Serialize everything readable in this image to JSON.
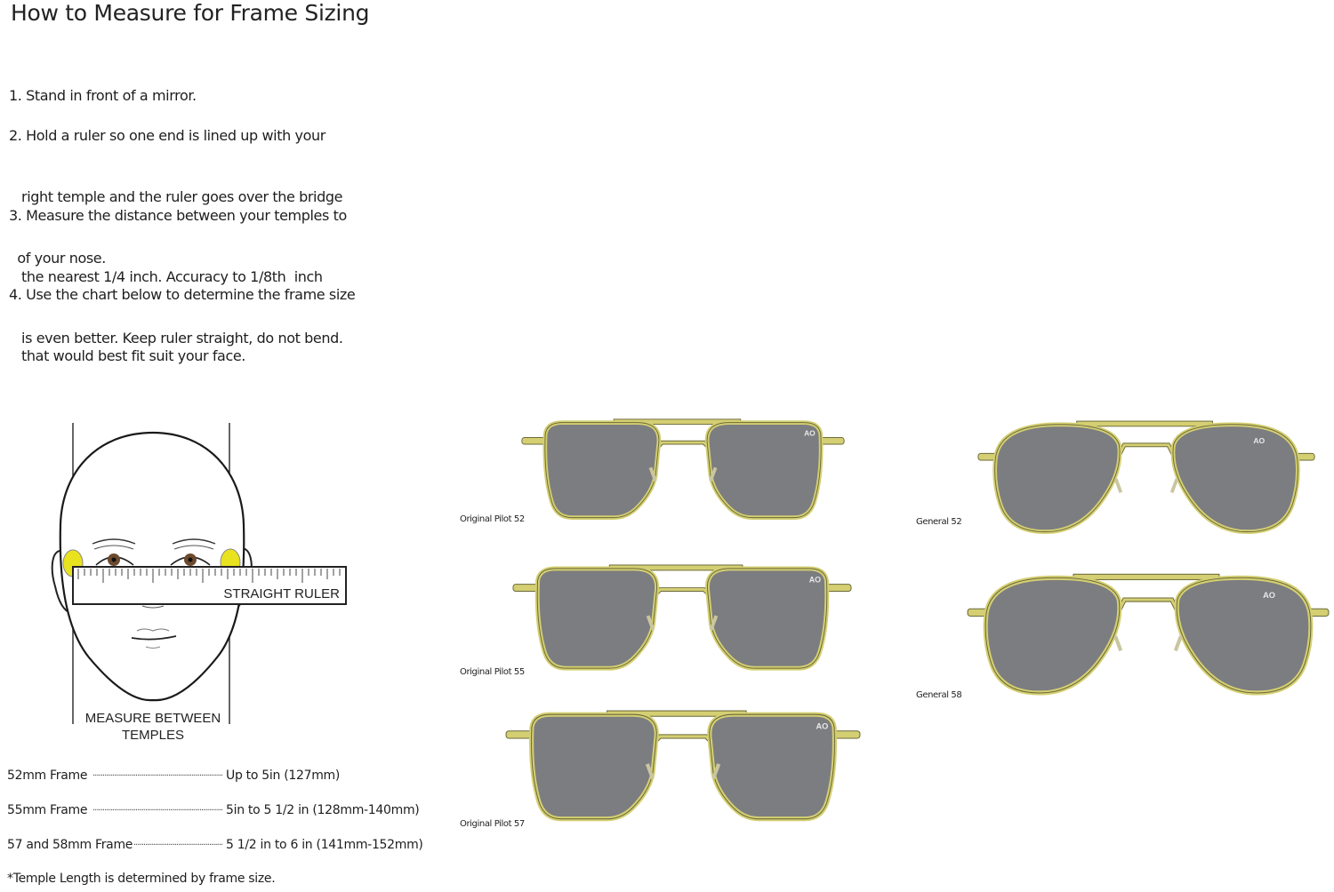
{
  "title": "How to Measure for Frame Sizing",
  "steps": [
    {
      "number": "1.",
      "lines": [
        "1. Stand in front of a mirror."
      ]
    },
    {
      "number": "2.",
      "lines": [
        "2. Hold a ruler so one end is lined up with your",
        "   right temple and the ruler goes over the bridge",
        "  of your nose."
      ]
    },
    {
      "number": "3.",
      "lines": [
        "3. Measure the distance between your temples to",
        "   the nearest 1/4 inch. Accuracy to 1/8th  inch",
        "   is even better. Keep ruler straight, do not bend."
      ]
    },
    {
      "number": "4.",
      "lines": [
        "4. Use the chart below to determine the frame size",
        "   that would best fit suit your face."
      ]
    }
  ],
  "diagram": {
    "ruler_label": "STRAIGHT RULER",
    "measure_label_line1": "MEASURE BETWEEN",
    "measure_label_line2": "TEMPLES"
  },
  "size_chart": [
    {
      "frame": "52mm Frame",
      "range": "Up to 5in (127mm)"
    },
    {
      "frame": "55mm Frame",
      "range": "5in to 5 1/2 in (128mm-140mm)"
    },
    {
      "frame": "57 and 58mm Frame",
      "range": "5 1/2 in to 6 in (141mm-152mm)"
    }
  ],
  "footnote": "*Temple Length is determined by frame size.",
  "glasses": [
    {
      "label": "Original Pilot 52",
      "style": "pilot"
    },
    {
      "label": "Original Pilot 55",
      "style": "pilot"
    },
    {
      "label": "Original Pilot 57",
      "style": "pilot"
    },
    {
      "label": "General 52",
      "style": "aviator"
    },
    {
      "label": "General 58",
      "style": "aviator"
    }
  ],
  "colors": {
    "frame_gold": "#d4cf72",
    "frame_outline": "#6b6a3a",
    "lens_gray": "#7c7d80",
    "temple_highlight": "#e9e21f"
  }
}
